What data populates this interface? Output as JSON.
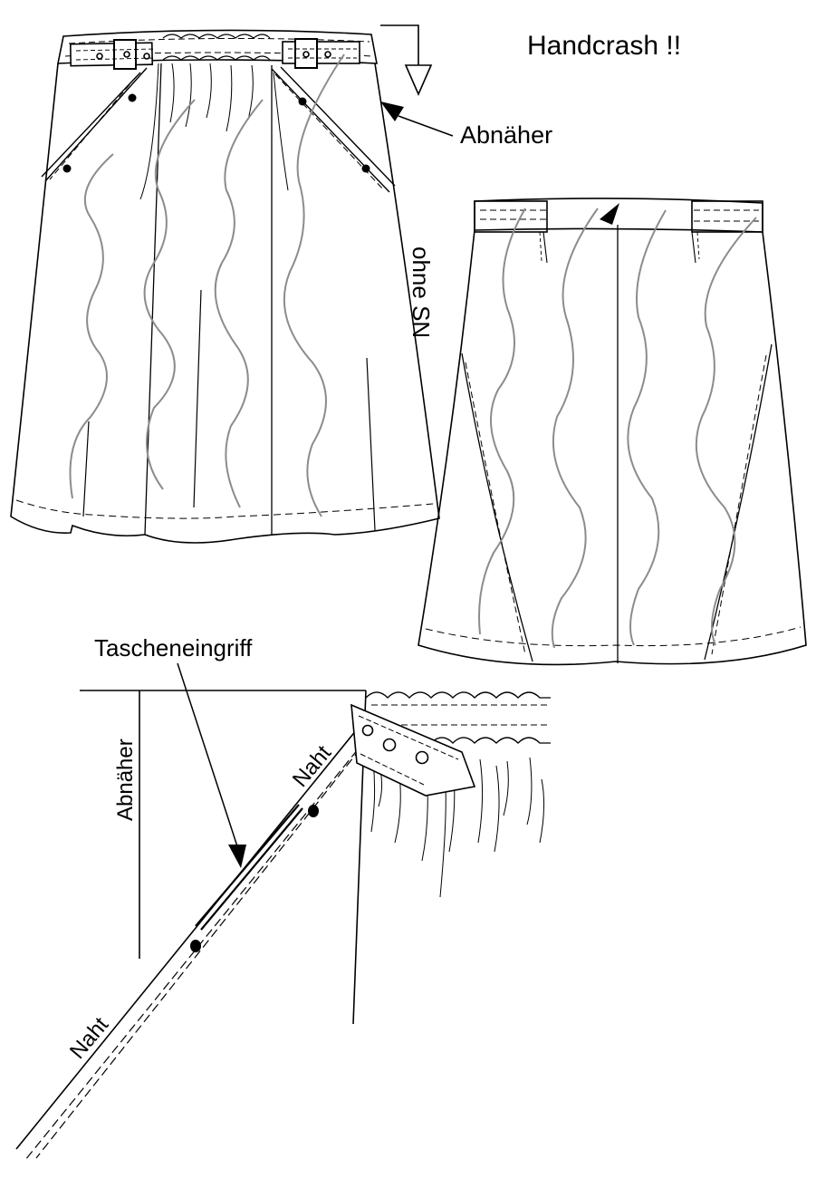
{
  "labels": {
    "title": "Handcrash !!",
    "dart_front": "Abnäher",
    "no_side_seam": "ohne SN",
    "pocket_opening": "Tascheneingriff",
    "dart_detail": "Abnäher",
    "seam_upper": "Naht",
    "seam_lower": "Naht"
  },
  "colors": {
    "line": "#000000",
    "crash": "#8c8c8c",
    "background": "#ffffff"
  }
}
